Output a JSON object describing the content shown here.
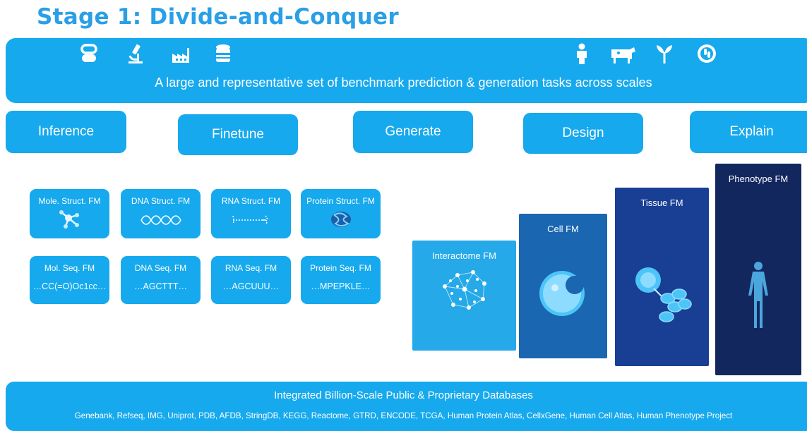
{
  "title": "Stage 1: Divide-and-Conquer",
  "banner": {
    "text": "A large and representative set of benchmark prediction & generation tasks across scales",
    "icons": [
      "pill-icon",
      "microscope-icon",
      "factory-icon",
      "food-can-icon",
      "person-icon",
      "cow-icon",
      "plant-icon",
      "microbe-icon"
    ]
  },
  "tasks": [
    "Inference",
    "Finetune",
    "Generate",
    "Design",
    "Explain"
  ],
  "structure_models": [
    {
      "label": "Mole. Struct. FM",
      "icon": "molecule-icon"
    },
    {
      "label": "DNA Struct. FM",
      "icon": "dna-helix-icon"
    },
    {
      "label": "RNA Struct. FM",
      "icon": "rna-strand-icon"
    },
    {
      "label": "Protein Struct. FM",
      "icon": "protein-icon"
    }
  ],
  "sequence_models": [
    {
      "label": "Mol. Seq. FM",
      "sequence": "…CC(=O)Oc1cc…"
    },
    {
      "label": "DNA Seq. FM",
      "sequence": "…AGCTTT…"
    },
    {
      "label": "RNA Seq. FM",
      "sequence": "…AGCUUU…"
    },
    {
      "label": "Protein Seq. FM",
      "sequence": "…MPEPKLE…"
    }
  ],
  "scale_models": [
    {
      "label": "Interactome FM",
      "color": "#25a9e8",
      "icon": "network-icon"
    },
    {
      "label": "Cell FM",
      "color": "#1a66b0",
      "icon": "cell-icon"
    },
    {
      "label": "Tissue FM",
      "color": "#183f94",
      "icon": "tissue-icon"
    },
    {
      "label": "Phenotype FM",
      "color": "#13275f",
      "icon": "human-figure-icon"
    }
  ],
  "database": {
    "title": "Integrated Billion-Scale Public & Proprietary Databases",
    "list": "Genebank, Refseq, IMG, Uniprot, PDB, AFDB, StringDB, KEGG, Reactome, GTRD, ENCODE, TCGA, Human Protein Atlas, CellxGene, Human Cell Atlas, Human Phenotype Project"
  }
}
